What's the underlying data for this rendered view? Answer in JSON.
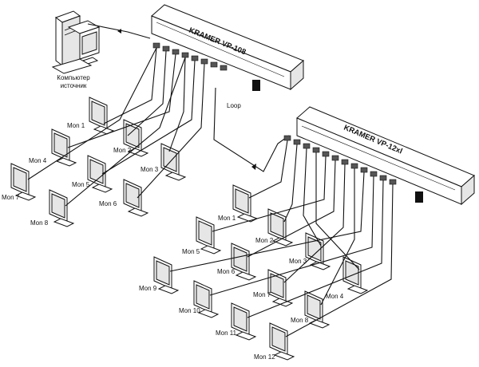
{
  "devices": {
    "vp108": {
      "title": "KRAMER VP-108"
    },
    "vp12xl": {
      "title": "KRAMER VP-12xl"
    }
  },
  "source": {
    "label_line1": "Компьютер",
    "label_line2": "источник"
  },
  "loop_label": "Loop",
  "group1_monitors": [
    "Mon 1",
    "Mon 2",
    "Mon 3",
    "Mon 4",
    "Mon 5",
    "Mon 6",
    "Mon 7",
    "Mon 8"
  ],
  "group2_monitors": [
    "Mon 1",
    "Mon 2",
    "Mon 3",
    "Mon 4",
    "Mon 5",
    "Mon 6",
    "Mon 7",
    "Mon 8",
    "Mon 9",
    "Mon 10",
    "Mon 11",
    "Mon 12"
  ]
}
